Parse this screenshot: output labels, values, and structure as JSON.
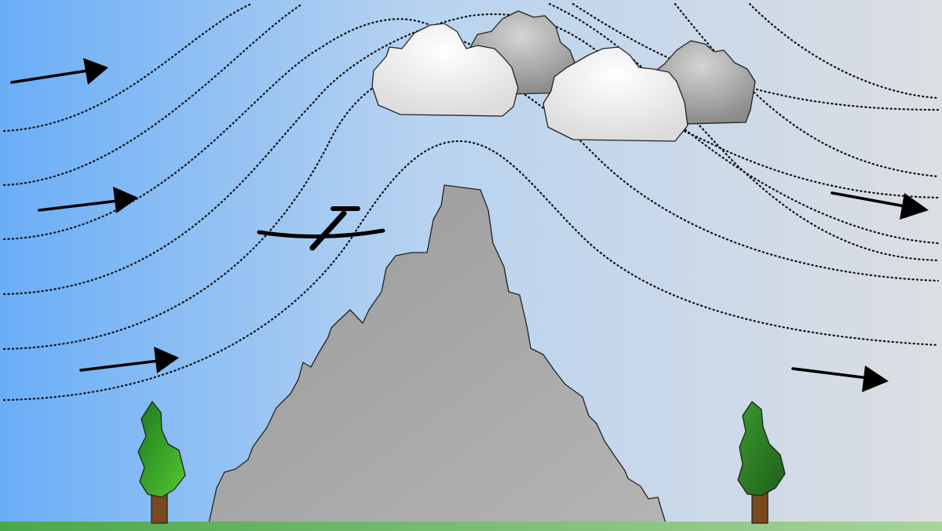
{
  "diagram": {
    "subject": "mountain-wave-lee-wave",
    "colors": {
      "sky_left": "#6aaef7",
      "sky_mid": "#b8d3f0",
      "sky_right": "#dcdee2",
      "ground_left": "#4aa84a",
      "ground_right": "#a8d49a",
      "mountain": "#a6a6a6",
      "cloud_white": "#ffffff",
      "cloud_grey": "#a0a0a0",
      "tree_foliage_left": "#44b028",
      "tree_foliage_right": "#2f7a24",
      "tree_trunk": "#7a4a1c",
      "glider": "#000000"
    },
    "elements": {
      "streamlines": 9,
      "wind_arrows": 5,
      "clouds_white": 2,
      "clouds_grey": 2,
      "trees": 2,
      "glider": 1,
      "mountain": 1
    }
  }
}
